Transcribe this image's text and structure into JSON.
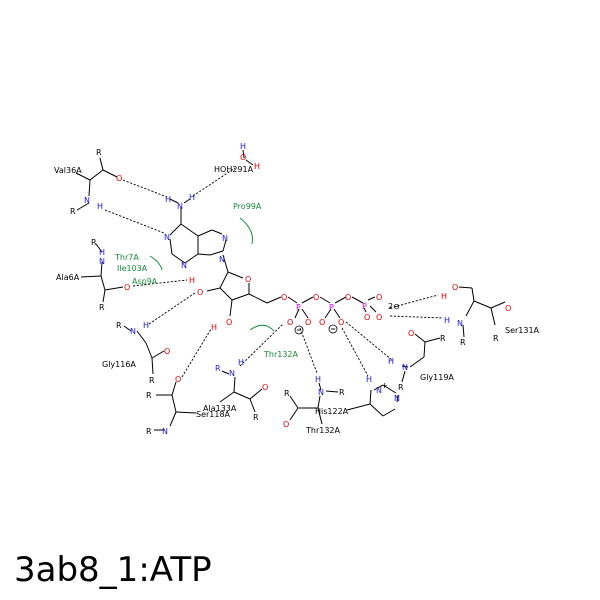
{
  "caption": "3ab8_1:ATP",
  "colors": {
    "bond": "#000000",
    "oxygen": "#e00000",
    "nitrogen": "#1a1ad6",
    "phosphorus": "#d400d4",
    "hydrophobic": "#1a8a3a"
  },
  "residues": {
    "val36": "Val36A",
    "hoh291": "HOH291A",
    "pro99": "Pro99A",
    "thr7": "Thr7A",
    "ile103": "Ile103A",
    "asp9": "Asp9A",
    "ala6": "Ala6A",
    "gly116": "Gly116A",
    "ser118": "Ser118A",
    "ala133": "Ala133A",
    "thr132_arc": "Thr132A",
    "thr132": "Thr132A",
    "his122": "His122A",
    "gly119": "Gly119A",
    "ser131": "Ser131A"
  },
  "atoms": {
    "R": "R",
    "O": "O",
    "N": "N",
    "H": "H",
    "P": "P",
    "plus": "+",
    "minus": "−",
    "charge2": "2⊖"
  }
}
